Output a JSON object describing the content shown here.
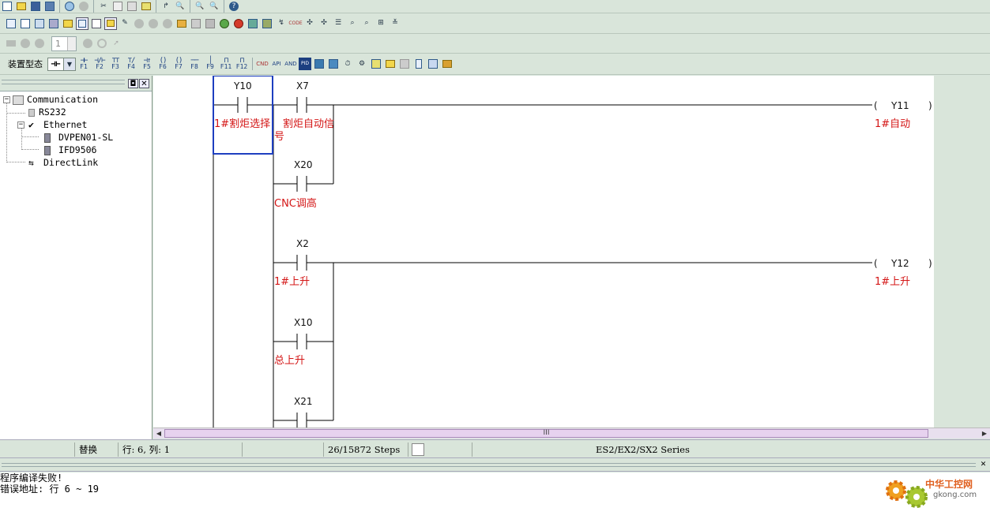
{
  "toolbar_row4": {
    "device_type_label": "装置型态",
    "device_combo_value": "⊣⊢",
    "function_keys": [
      "F1",
      "F2",
      "F3",
      "F4",
      "F5",
      "F6",
      "F7",
      "F8",
      "F9",
      "F11",
      "F12"
    ]
  },
  "toolbar_row3": {
    "spin_value": "1"
  },
  "sidebar": {
    "tree": [
      {
        "label": "Communication"
      },
      {
        "label": "RS232"
      },
      {
        "label": "Ethernet"
      },
      {
        "label": "DVPEN01-SL"
      },
      {
        "label": "IFD9506"
      },
      {
        "label": "DirectLink"
      }
    ]
  },
  "ladder": {
    "rung1": {
      "contact1": {
        "address": "Y10",
        "comment": "1#割炬选择"
      },
      "contact2": {
        "address": "X7",
        "comment_line1": "割炬自动信",
        "comment_line2": "号"
      },
      "contact3": {
        "address": "X20",
        "comment": "CNC调高"
      },
      "coil": {
        "address": "Y11",
        "comment": "1#自动"
      }
    },
    "rung2": {
      "contact1": {
        "address": "X2",
        "comment": "1#上升"
      },
      "contact2": {
        "address": "X10",
        "comment": "总上升"
      },
      "contact3": {
        "address": "X21"
      },
      "coil": {
        "address": "Y12",
        "comment": "1#上升"
      }
    },
    "coil_open": "(",
    "coil_close": ")"
  },
  "scrollbar": {
    "thumb_label": "III"
  },
  "status_bar": {
    "mode": "替换",
    "position": "行: 6, 列: 1",
    "steps": "26/15872 Steps",
    "series": "ES2/EX2/SX2 Series"
  },
  "messages": {
    "line1": "程序编译失败!",
    "line2": "错误地址: 行 6 ~ 19"
  },
  "watermark": {
    "text1": "中华工控网",
    "text2": "gkong.com"
  },
  "colors": {
    "comment_red": "#d41616",
    "selection_blue": "#1e3fc0",
    "toolbar_bg": "#d9e5da"
  }
}
